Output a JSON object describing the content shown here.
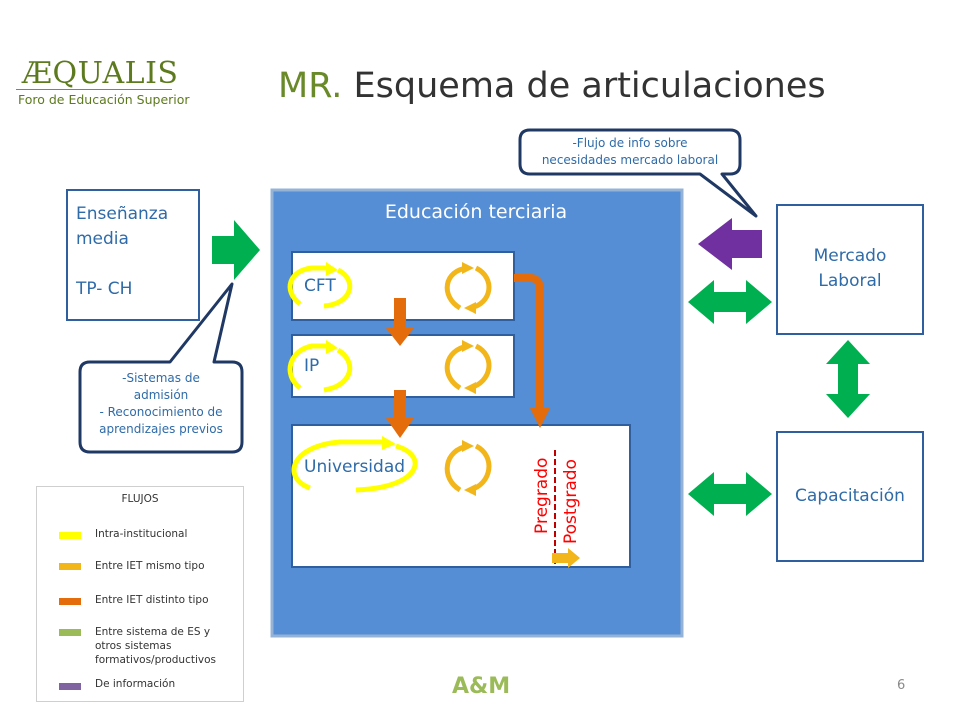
{
  "logo": {
    "name": "ÆQUALIS",
    "subtitle": "Foro de Educación Superior"
  },
  "title": {
    "prefix": "MR.",
    "text": "Esquema de articulaciones"
  },
  "enseñanza_media": {
    "line1": "Enseñanza",
    "line2": "media",
    "line3": "TP- CH"
  },
  "educacion_terciaria": {
    "label": "Educación terciaria"
  },
  "institutions": {
    "cft": "CFT",
    "ip": "IP",
    "universidad": "Universidad"
  },
  "levels": {
    "pregrado": "Pregrado",
    "postgrado": "Postgrado"
  },
  "mercado_laboral": {
    "line1": "Mercado",
    "line2": "Laboral"
  },
  "capacitacion": {
    "label": "Capacitación"
  },
  "callout_top": {
    "line1": "-Flujo de info sobre",
    "line2": "necesidades mercado laboral"
  },
  "callout_left": {
    "line1": "-Sistemas de",
    "line2": "admisión",
    "line3": "- Reconocimiento de",
    "line4": "aprendizajes previos"
  },
  "legend": {
    "title": "FLUJOS",
    "items": [
      {
        "label": "Intra-institucional",
        "color": "#ffff00"
      },
      {
        "label": "Entre IET mismo tipo",
        "color": "#f2b51a"
      },
      {
        "label": "Entre IET distinto tipo",
        "color": "#e46c0a"
      },
      {
        "label": "Entre sistema de ES y otros sistemas formativos/productivos",
        "color": "#9bbb59"
      },
      {
        "label": "De información",
        "color": "#8064a2"
      }
    ]
  },
  "colors": {
    "blue_block": "#558ed5",
    "green_arrow": "#00b050",
    "purple_arrow": "#7030a0",
    "orange_arrow": "#e46c0a",
    "yellow_loop": "#ffff00",
    "gold_loop": "#f2b51a",
    "box_border": "#2f5f9e"
  },
  "footer": {
    "brand": "A&M",
    "page": "6"
  }
}
